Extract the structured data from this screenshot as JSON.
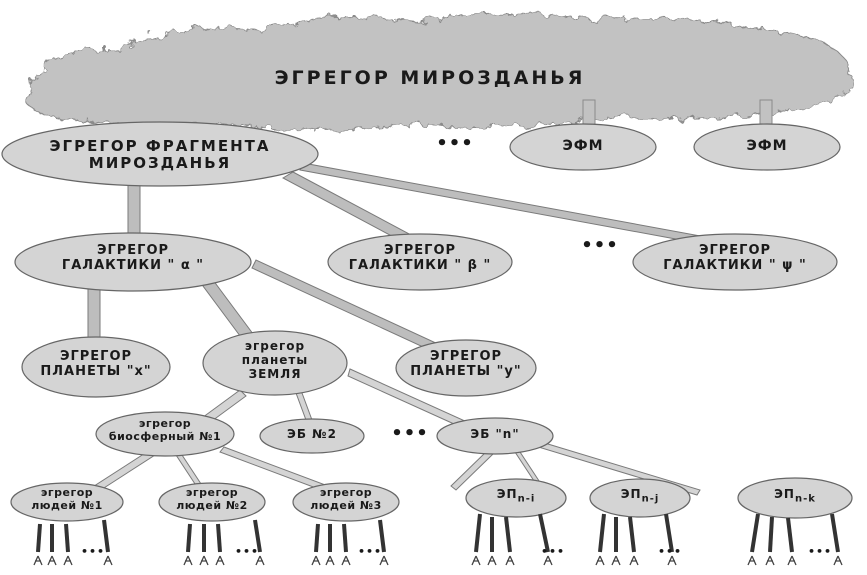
{
  "root": {
    "label": "ЭГРЕГОР МИРОЗДАНЬЯ"
  },
  "fragment": {
    "line1": "ЭГРЕГОР ФРАГМЕНТА",
    "line2": "МИРОЗДАНЬЯ"
  },
  "efm": [
    "ЭФМ",
    "ЭФМ"
  ],
  "ellipsis": "•••",
  "galaxies": [
    {
      "line1": "ЭГРЕГОР",
      "line2": "ГАЛАКТИКИ \" α \""
    },
    {
      "line1": "ЭГРЕГОР",
      "line2": "ГАЛАКТИКИ \" β \""
    },
    {
      "line1": "ЭГРЕГОР",
      "line2": "ГАЛАКТИКИ \" ψ \""
    }
  ],
  "planets": [
    {
      "line1": "ЭГРЕГОР",
      "line2": "ПЛАНЕТЫ \"x\""
    },
    {
      "line1": "эгрегор",
      "line2": "планеты",
      "line3": "ЗЕМЛЯ"
    },
    {
      "line1": "ЭГРЕГОР",
      "line2": "ПЛАНЕТЫ \"у\""
    }
  ],
  "biospheres": [
    {
      "line1": "эгрегор",
      "line2": "биосферный №1"
    },
    {
      "line1": "ЭБ №2"
    },
    {
      "line1": "ЭБ \"n\""
    }
  ],
  "people": [
    {
      "line1": "эгрегор",
      "line2": "людей №1"
    },
    {
      "line1": "эгрегор",
      "line2": "людей №2"
    },
    {
      "line1": "эгрегор",
      "line2": "людей №3"
    }
  ],
  "ep": [
    {
      "prefix": "ЭП",
      "sub": "n-i"
    },
    {
      "prefix": "ЭП",
      "sub": "n-j"
    },
    {
      "prefix": "ЭП",
      "sub": "n-k"
    }
  ],
  "colors": {
    "node_fill": "#d4d4d4",
    "node_stroke": "#666666",
    "link": "#bdbdbd",
    "link_stroke": "#7a7a7a",
    "cloud": "#c2c2c2",
    "text": "#1a1a1a"
  }
}
